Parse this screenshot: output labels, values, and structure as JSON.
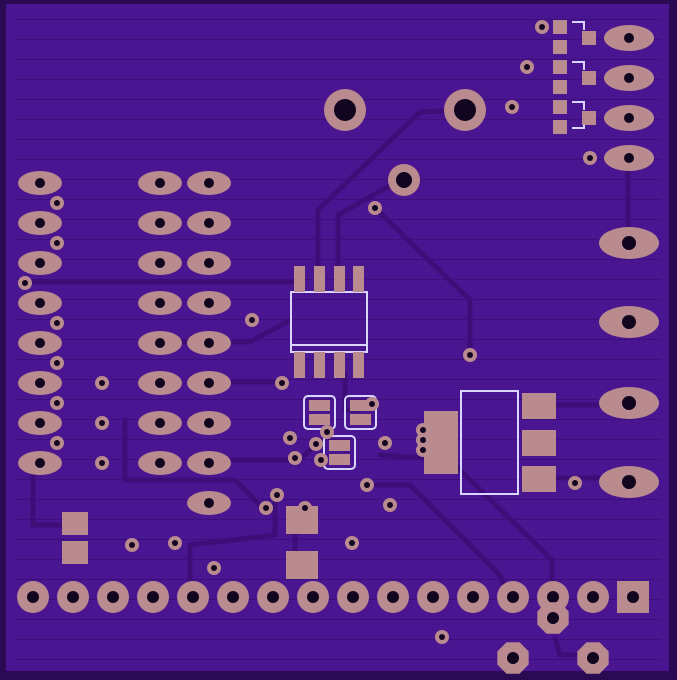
{
  "board": {
    "colors": {
      "substrate": "#4a1591",
      "outline": "#2a0a52",
      "trace": "#3f0f7e",
      "trace_edge": "#57209e",
      "copper": "#b98a8e",
      "hole": "#12051f",
      "silk": "#d8d6ff"
    },
    "icons": [
      "pcb-layout",
      "through-hole-pad",
      "smd-pad",
      "via",
      "ic-soic8"
    ]
  }
}
